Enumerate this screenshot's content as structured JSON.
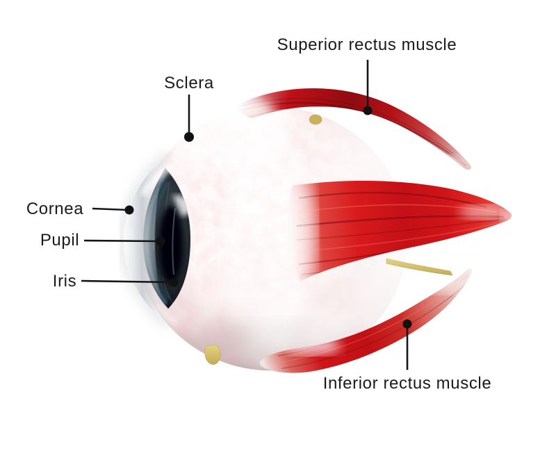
{
  "page": {
    "background_color": "#ffffff",
    "description": "Labeled 3D anatomical illustration of a human eye (side view) with extraocular muscles"
  },
  "diagram": {
    "labels": {
      "superior_rectus": "Superior rectus muscle",
      "sclera": "Sclera",
      "cornea": "Cornea",
      "pupil": "Pupil",
      "iris": "Iris",
      "inferior_rectus": "Inferior rectus muscle"
    },
    "colors": {
      "label_text": "#1a1a1a",
      "leader_line": "#151515",
      "muscle_red_bright": "#d81a1c",
      "muscle_red_dark": "#8f0c10",
      "muscle_tip_pale": "#e8c4c1",
      "sclera_white": "#ffffff",
      "sclera_pink": "#f2b9bc",
      "cornea_silver": "#c9cfd4",
      "cornea_blue": "#69a8cc",
      "iris_dark": "#161d21",
      "pupil_black": "#04060a",
      "nerve_yellow": "#d9c478"
    }
  }
}
